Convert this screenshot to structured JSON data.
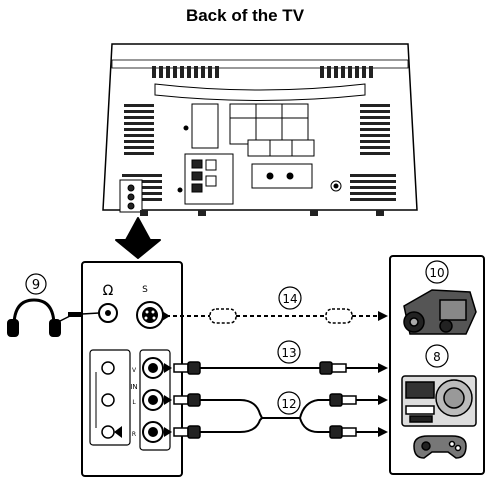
{
  "title": "Back of the TV",
  "callouts": {
    "headphones": "9",
    "camcorder": "10",
    "game_console": "8",
    "s_video_cable": "14",
    "video_cable": "13",
    "audio_cable": "12"
  },
  "panel": {
    "headphone_symbol": "Ω",
    "s_video_label": "S",
    "jack_labels": [
      "V",
      "L",
      "R"
    ],
    "input_label": "IN"
  },
  "colors": {
    "line": "#000000",
    "fill": "#ffffff",
    "shade": "#cfcfcf",
    "dark": "#1a1a1a"
  }
}
